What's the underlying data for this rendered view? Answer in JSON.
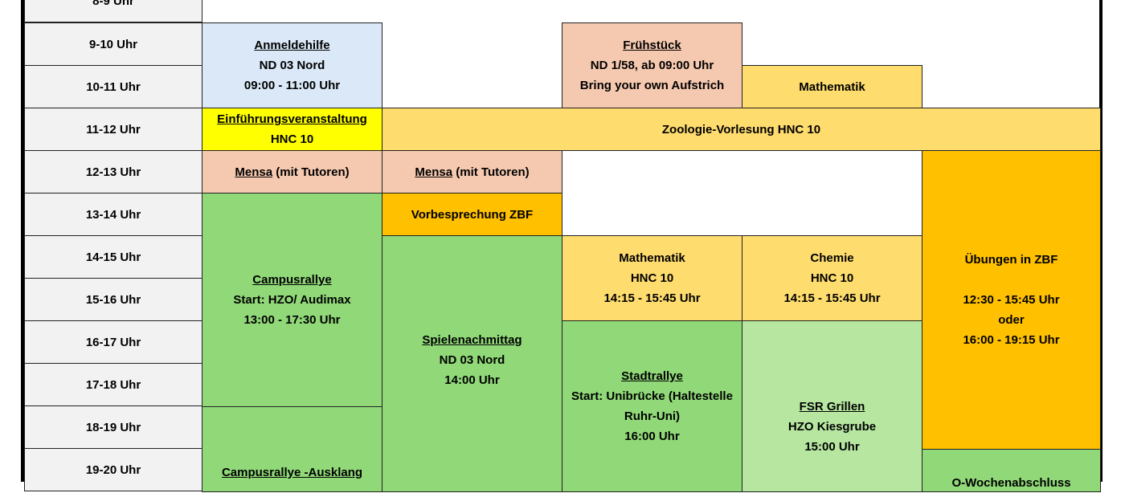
{
  "times": [
    "8-9 Uhr",
    "9-10 Uhr",
    "10-11 Uhr",
    "11-12 Uhr",
    "12-13 Uhr",
    "13-14 Uhr",
    "14-15 Uhr",
    "15-16 Uhr",
    "16-17 Uhr",
    "17-18 Uhr",
    "18-19 Uhr",
    "19-20 Uhr"
  ],
  "events": {
    "anmeldehilfe": {
      "title": "Anmeldehilfe",
      "line1": "ND 03 Nord",
      "line2": "09:00 - 11:00 Uhr",
      "color": "#dae8f8"
    },
    "fruehstueck": {
      "title": "Frühstück",
      "line1": "ND 1/58, ab 09:00 Uhr",
      "line2": "Bring your own Aufstrich",
      "color": "#f5c9b0"
    },
    "mathematik_morning": {
      "line1": "Mathematik",
      "color": "#ffdc6e"
    },
    "einfuehrung": {
      "title": "Einführungsveranstaltung",
      "line1": "HNC 10",
      "color": "#ffff00"
    },
    "zoologie": {
      "line1": "Zoologie-Vorlesung HNC 10",
      "color": "#ffdc6e"
    },
    "mensa_1": {
      "title": "Mensa",
      "suffix": " (mit Tutoren)",
      "color": "#f5c9b0"
    },
    "mensa_2": {
      "title": "Mensa",
      "suffix": " (mit Tutoren)",
      "color": "#f5c9b0"
    },
    "vorbesprechung": {
      "line1": "Vorbesprechung ZBF",
      "color": "#ffc000"
    },
    "uebungen": {
      "line1": "Übungen in ZBF",
      "line2": "12:30 - 15:45 Uhr",
      "line3": "oder",
      "line4": "16:00 - 19:15 Uhr",
      "color": "#ffc000"
    },
    "campusrallye": {
      "title": "Campusrallye",
      "line1": "Start: HZO/ Audimax",
      "line2": "13:00 - 17:30 Uhr",
      "color": "#90d878"
    },
    "spielenachmittag": {
      "title": "Spielenachmittag",
      "line1": "ND 03 Nord",
      "line2": "14:00 Uhr",
      "color": "#90d878"
    },
    "mathematik_hnc": {
      "line1": "Mathematik",
      "line2": "HNC 10",
      "line3": "14:15 - 15:45 Uhr",
      "color": "#ffdc6e"
    },
    "chemie": {
      "line1": "Chemie",
      "line2": "HNC 10",
      "line3": "14:15 - 15:45 Uhr",
      "color": "#ffdc6e"
    },
    "stadtrallye": {
      "title": "Stadtrallye",
      "line1": "Start: Unibrücke (Haltestelle",
      "line2": "Ruhr-Uni)",
      "line3": "16:00 Uhr",
      "color": "#90d878"
    },
    "fsr_grillen": {
      "title": "FSR Grillen",
      "line1": "HZO Kiesgrube",
      "line2": "15:00 Uhr",
      "color": "#b6e6a0"
    },
    "campusrallye_ausklang": {
      "title": "Campusrallye -Ausklang",
      "color": "#90d878"
    },
    "o_wochenabschluss": {
      "line1": "O-Wochenabschluss",
      "color": "#90d878"
    }
  }
}
